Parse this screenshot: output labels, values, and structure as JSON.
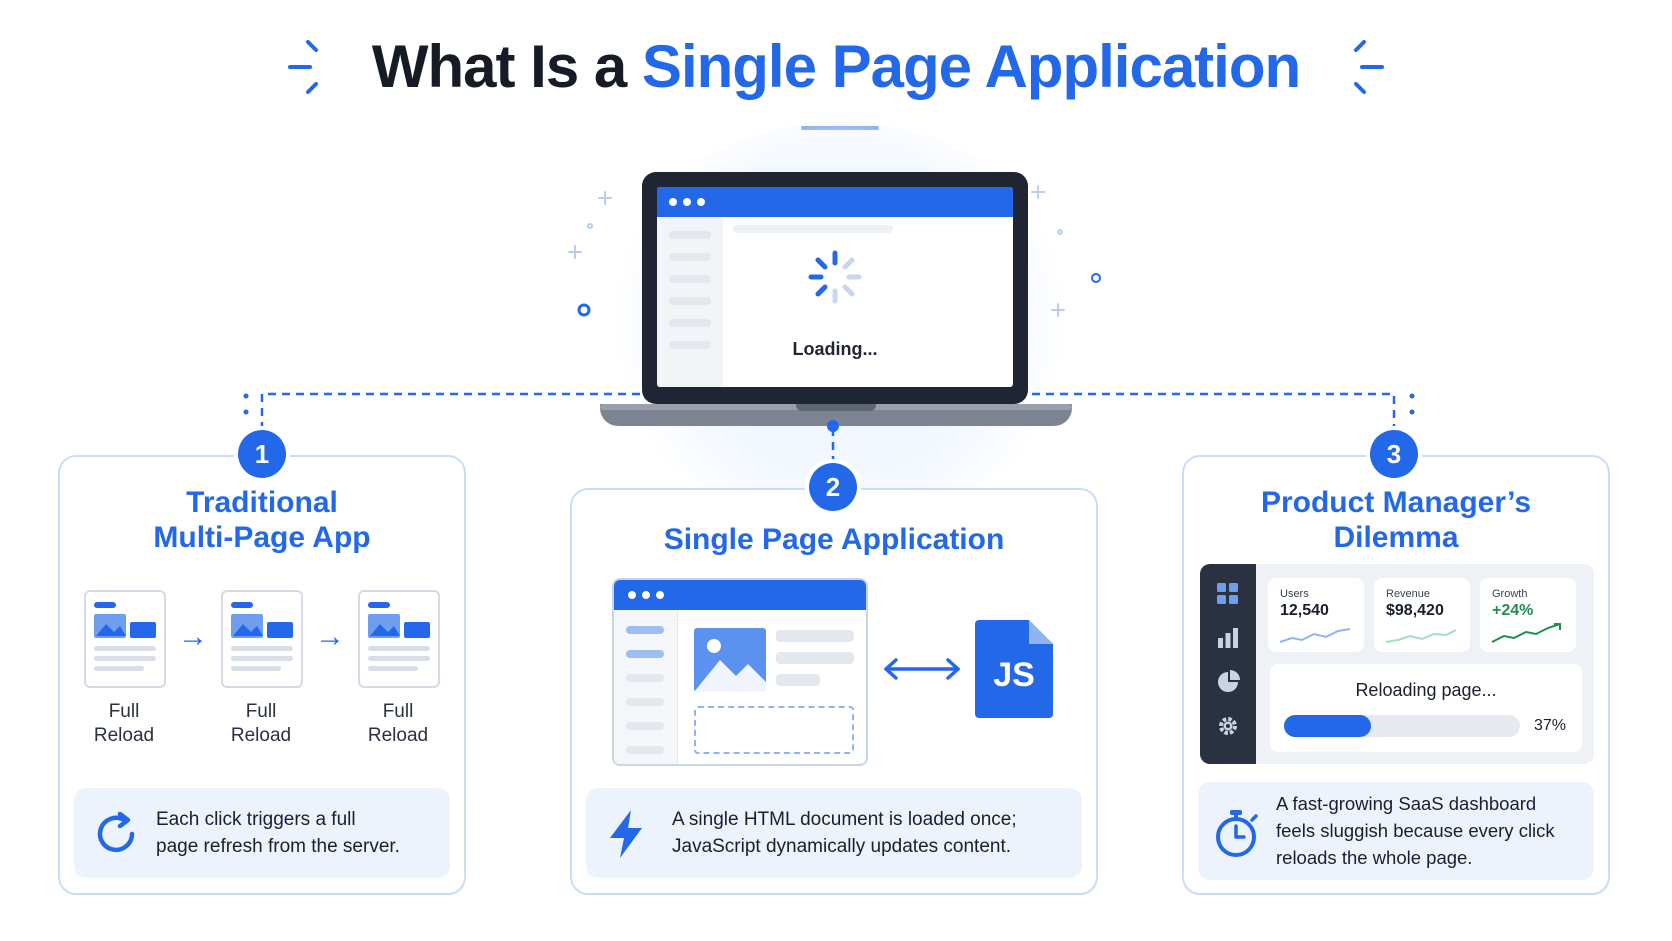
{
  "title": {
    "prefix": "What Is a",
    "highlight": "Single Page Application"
  },
  "laptop": {
    "loading_text": "Loading..."
  },
  "cards": [
    {
      "number": "1",
      "title_line1": "Traditional",
      "title_line2": "Multi-Page App",
      "docs": [
        {
          "line1": "Full",
          "line2": "Reload"
        },
        {
          "line1": "Full",
          "line2": "Reload"
        },
        {
          "line1": "Full",
          "line2": "Reload"
        }
      ],
      "info_line1": "Each click triggers a full",
      "info_line2": "page refresh from the server."
    },
    {
      "number": "2",
      "title": "Single Page Application",
      "js_label": "JS",
      "info_line1": "A single HTML document is loaded once;",
      "info_line2": "JavaScript dynamically updates content."
    },
    {
      "number": "3",
      "title_line1": "Product Manager’s",
      "title_line2": "Dilemma",
      "stats": [
        {
          "label": "Users",
          "value": "12,540"
        },
        {
          "label": "Revenue",
          "value": "$98,420"
        },
        {
          "label": "Growth",
          "value": "+24%"
        }
      ],
      "reload_text": "Reloading page...",
      "progress": 0.37,
      "progress_label": "37%",
      "info_line1": "A fast-growing SaaS dashboard",
      "info_line2": "feels sluggish because every click",
      "info_line3": "reloads the whole page."
    }
  ],
  "colors": {
    "accent": "#2368e8",
    "dark": "#161b26",
    "card_border": "#c9dcf8",
    "info_bg": "#edf3fd",
    "growth_green": "#1f8f4e"
  }
}
